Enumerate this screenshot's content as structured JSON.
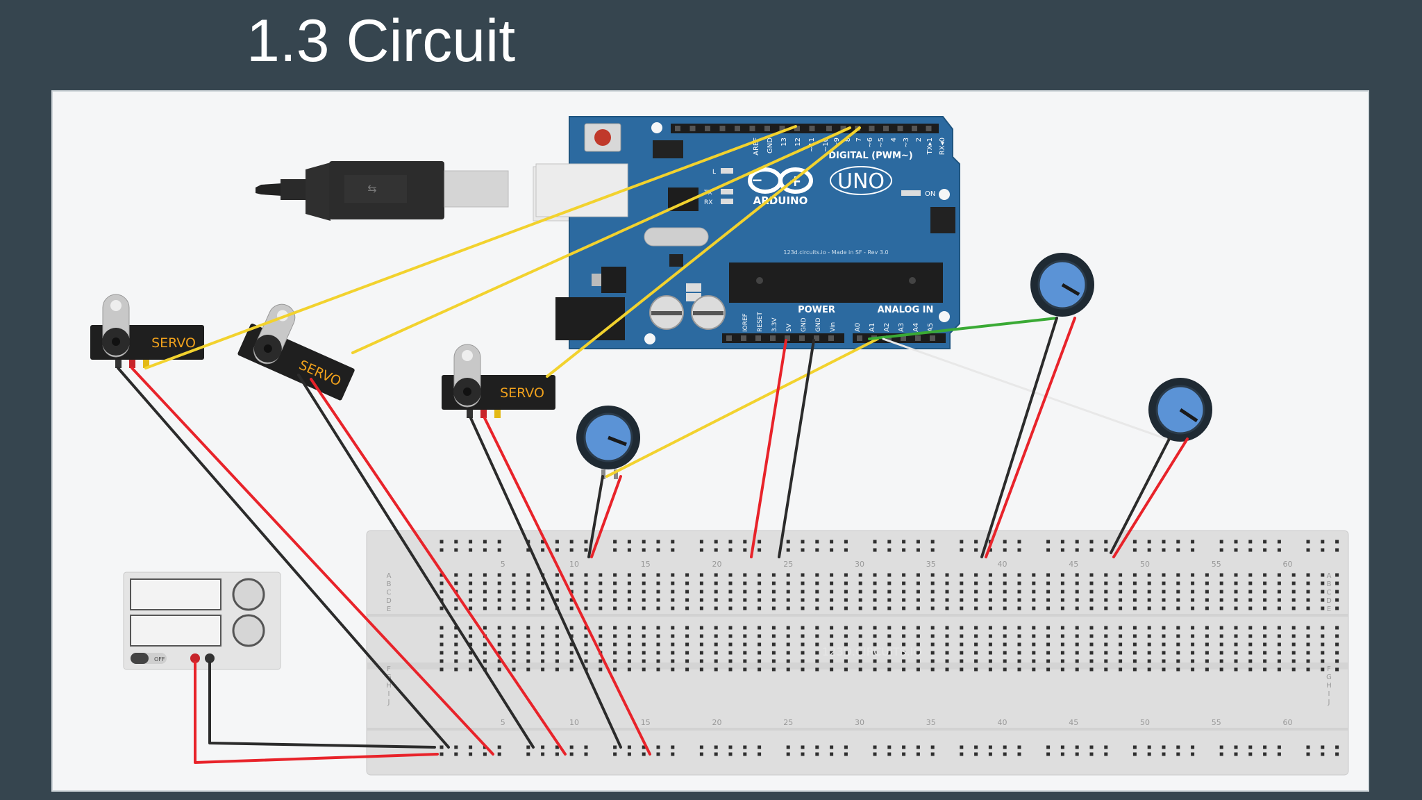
{
  "slide": {
    "title": "1.3 Circuit"
  },
  "board": {
    "logo_text": "ARDUINO",
    "model": "UNO",
    "digital_label": "DIGITAL (PWM~)",
    "power_label": "POWER",
    "analog_label": "ANALOG IN",
    "on_label": "ON",
    "credit": "123d.circuits.io - Made in SF - Rev 3.0",
    "digital_pins": [
      "AREF",
      "GND",
      "13",
      "12",
      "~11",
      "~10",
      "~9",
      "8",
      "7",
      "~6",
      "~5",
      "4",
      "~3",
      "2",
      "TX▸1",
      "RX◂0"
    ],
    "power_pins": [
      "IOREF",
      "RESET",
      "3.3V",
      "5V",
      "GND",
      "GND",
      "Vin"
    ],
    "analog_pins": [
      "A0",
      "A1",
      "A2",
      "A3",
      "A4",
      "A5"
    ],
    "led_labels": [
      "L",
      "TX",
      "RX"
    ]
  },
  "servos": [
    {
      "label": "SERVO"
    },
    {
      "label": "SERVO"
    },
    {
      "label": "SERVO"
    }
  ],
  "breadboard": {
    "watermark": "123D.CIRCUITS.IO",
    "column_numbers": [
      "5",
      "10",
      "15",
      "20",
      "25",
      "30",
      "35",
      "40",
      "45",
      "50",
      "55",
      "60"
    ],
    "row_letters_top": [
      "A",
      "B",
      "C",
      "D",
      "E"
    ],
    "row_letters_bottom": [
      "F",
      "G",
      "H",
      "I",
      "J"
    ]
  },
  "power_supply": {
    "switch_label": "OFF"
  },
  "colors": {
    "background": "#36454f",
    "board": "#2c6aa0",
    "wire_yellow": "#f2d22e",
    "wire_red": "#e8232a",
    "wire_black": "#2b2b2b",
    "wire_green": "#3aaa35",
    "wire_white": "#e8e8e8",
    "servo_text": "#f0a11c"
  }
}
